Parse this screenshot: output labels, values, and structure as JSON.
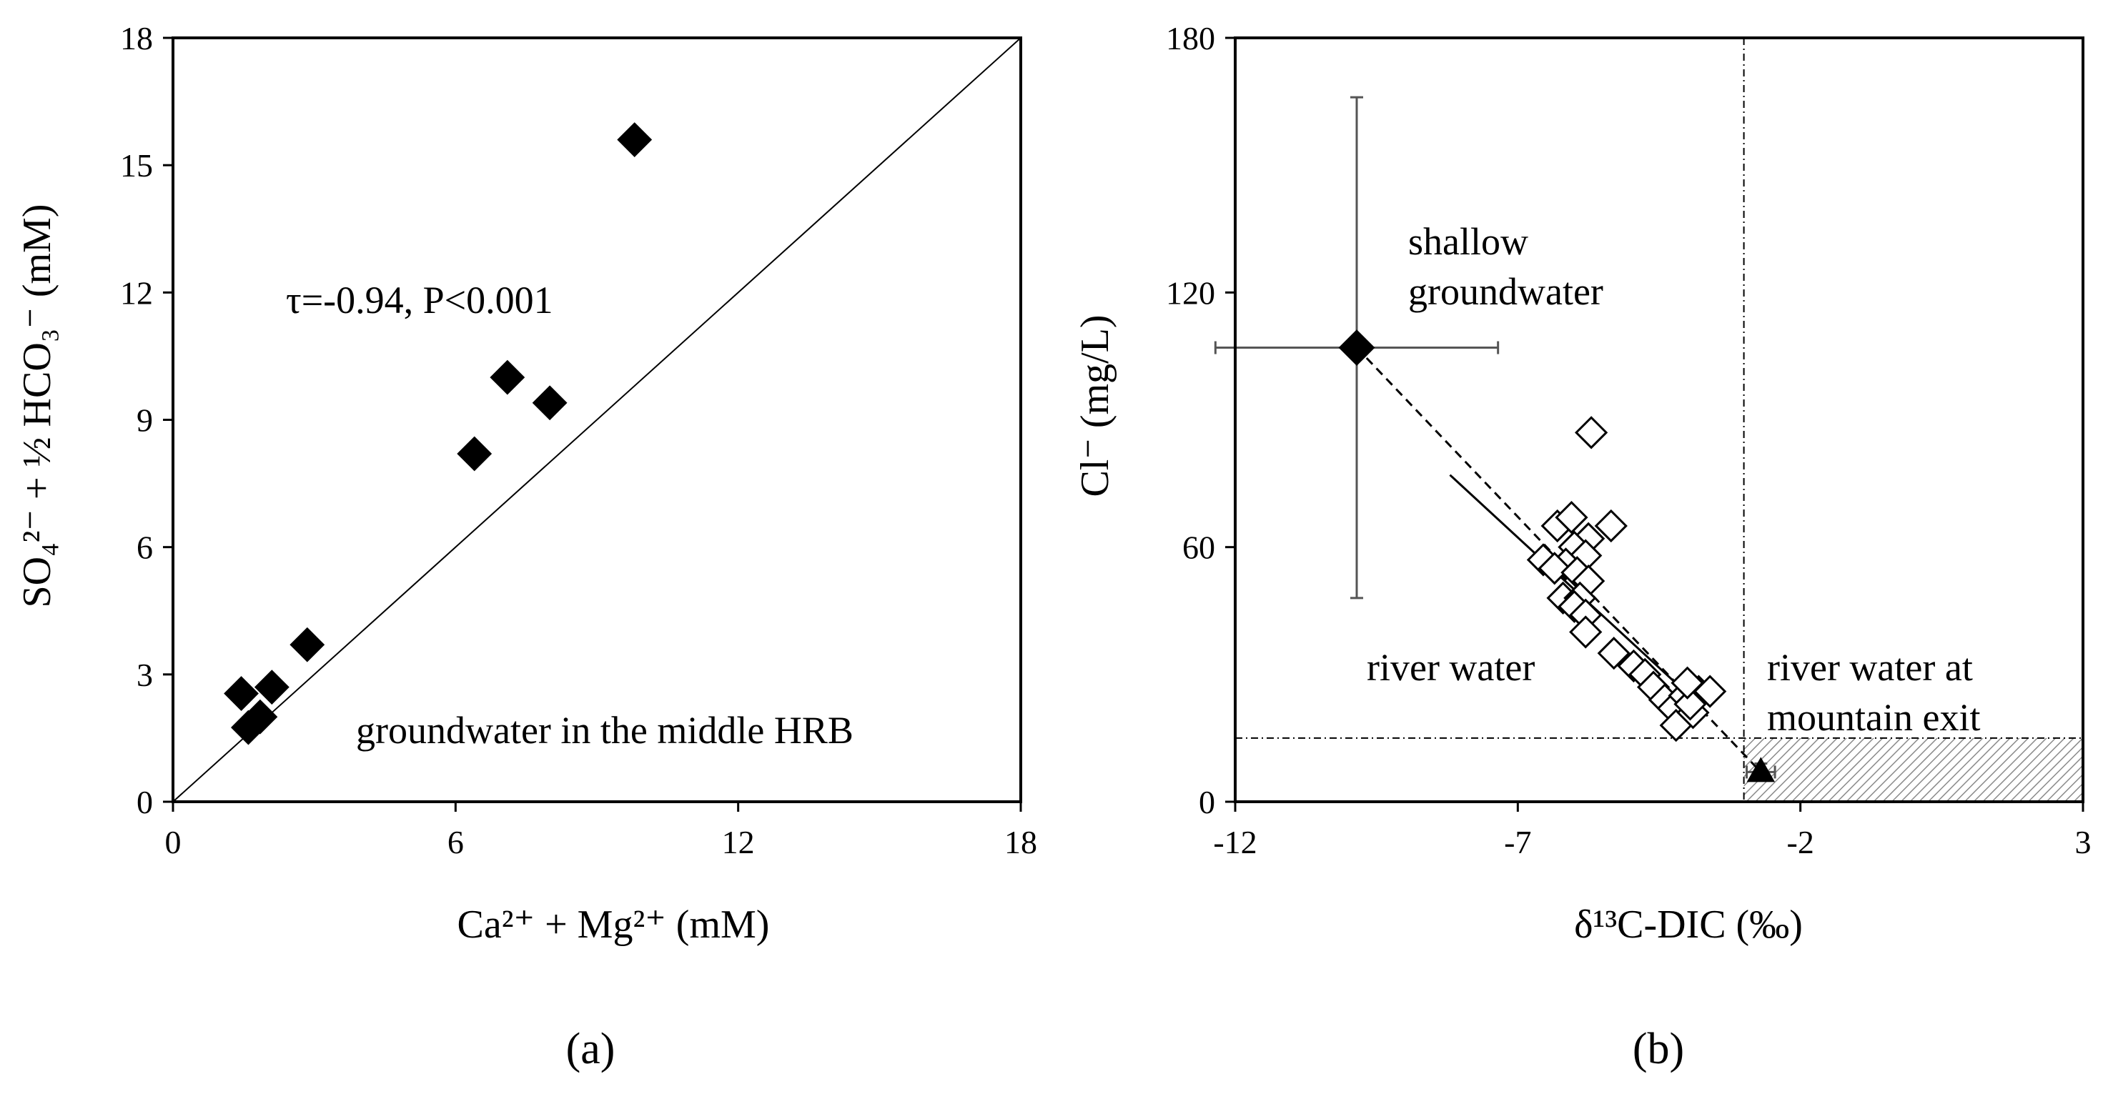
{
  "chart_data": [
    {
      "id": "a",
      "type": "scatter",
      "caption": "(a)",
      "xlabel": "Ca²⁺ + Mg²⁺ (mM)",
      "ylabel": "SO₄²⁻ + ½ HCO₃⁻ (mM)",
      "xlim": [
        0,
        18
      ],
      "ylim": [
        0,
        18
      ],
      "xticks": [
        0,
        6,
        12,
        18
      ],
      "yticks": [
        0,
        3,
        6,
        9,
        12,
        15,
        18
      ],
      "grid": false,
      "annotations": [
        "τ=-0.94, P<0.001",
        "groundwater in the middle HRB"
      ],
      "reference_line": {
        "x": [
          0,
          18
        ],
        "y": [
          0,
          18
        ]
      },
      "series": [
        {
          "marker": "filled-diamond",
          "x": [
            1.45,
            1.6,
            1.85,
            2.1,
            2.85,
            6.4,
            7.1,
            8.0,
            9.8
          ],
          "y": [
            2.55,
            1.75,
            2.0,
            2.7,
            3.7,
            8.2,
            10.0,
            9.4,
            15.6
          ]
        }
      ]
    },
    {
      "id": "b",
      "type": "scatter",
      "caption": "(b)",
      "xlabel": "δ¹³C-DIC (‰)",
      "ylabel": "Cl⁻ (mg/L)",
      "xlim": [
        -12,
        3
      ],
      "ylim": [
        0,
        180
      ],
      "xticks": [
        -12,
        -7,
        -2,
        3
      ],
      "yticks": [
        0,
        60,
        120,
        180
      ],
      "grid": false,
      "annotations": [
        "shallow groundwater",
        "river water",
        "river water at mountain exit"
      ],
      "thresholds": {
        "x": -3.0,
        "y": 15
      },
      "shaded_region": {
        "x": [
          -3.0,
          3
        ],
        "y": [
          0,
          15
        ]
      },
      "fit_lines": [
        {
          "style": "dashed",
          "x": [
            -9.85,
            -2.7
          ],
          "y": [
            107,
            7
          ]
        },
        {
          "style": "solid",
          "x": [
            -8.2,
            -3.8
          ],
          "y": [
            77,
            23
          ]
        }
      ],
      "series": [
        {
          "name": "shallow groundwater",
          "marker": "filled-diamond",
          "x": [
            -9.85
          ],
          "y": [
            107
          ],
          "x_error": [
            2.5
          ],
          "y_error": [
            59
          ]
        },
        {
          "name": "river water",
          "marker": "open-diamond",
          "x": [
            -5.7,
            -6.3,
            -6.05,
            -5.75,
            -5.35,
            -6.0,
            -5.8,
            -6.15,
            -6.55,
            -6.35,
            -5.95,
            -5.75,
            -6.2,
            -5.9,
            -6.0,
            -5.8,
            -5.8,
            -5.3,
            -4.95,
            -4.75,
            -4.6,
            -4.4,
            -4.25,
            -4.05,
            -3.8,
            -3.6,
            -4.2,
            -3.9,
            -3.95,
            -4.0
          ],
          "y": [
            87,
            65,
            67,
            62,
            65,
            60,
            58,
            56,
            57,
            55,
            54,
            52,
            48,
            48,
            46,
            44,
            40,
            35,
            32,
            30,
            27,
            24,
            22,
            25,
            26,
            26,
            18,
            21,
            23,
            28
          ]
        },
        {
          "name": "river water at mountain exit",
          "marker": "filled-triangle",
          "x": [
            -2.7
          ],
          "y": [
            7
          ],
          "x_error": [
            0.25
          ],
          "y_error": [
            2
          ]
        }
      ]
    }
  ]
}
